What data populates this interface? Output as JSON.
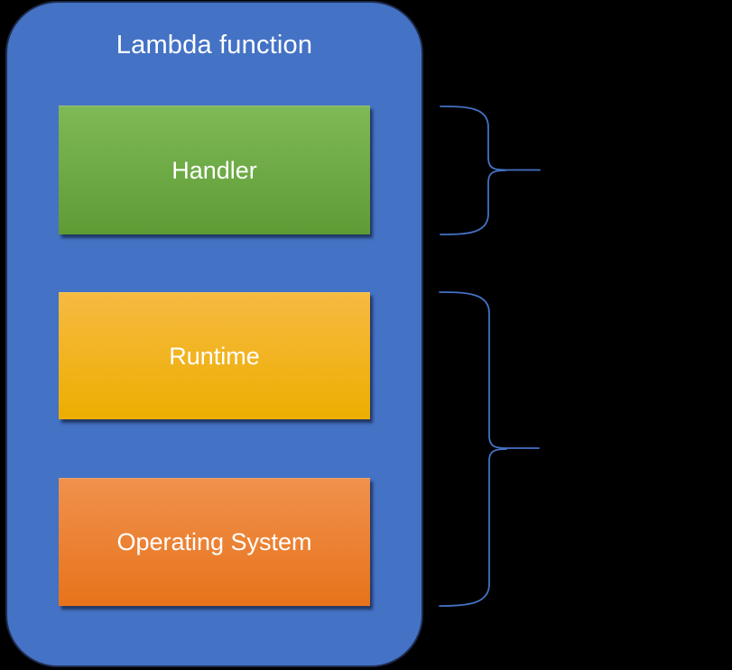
{
  "background_color": "#000000",
  "container": {
    "title": "Lambda function",
    "fill": "#4472c4",
    "border_color": "#1e2b4d",
    "text_color": "#ffffff"
  },
  "layers": [
    {
      "id": "handler",
      "label": "Handler",
      "gradient_top": "#7eb956",
      "gradient_bottom": "#5e9c35"
    },
    {
      "id": "runtime",
      "label": "Runtime",
      "gradient_top": "#f7ba42",
      "gradient_bottom": "#ecae00"
    },
    {
      "id": "os",
      "label": "Operating System",
      "gradient_top": "#f0914d",
      "gradient_bottom": "#e7731b"
    }
  ],
  "braces": {
    "color": "#4472c4",
    "items": [
      {
        "id": "handler-brace",
        "spans_label": "Handler"
      },
      {
        "id": "runtime-os-brace",
        "spans_label": "Runtime + Operating System"
      }
    ]
  }
}
